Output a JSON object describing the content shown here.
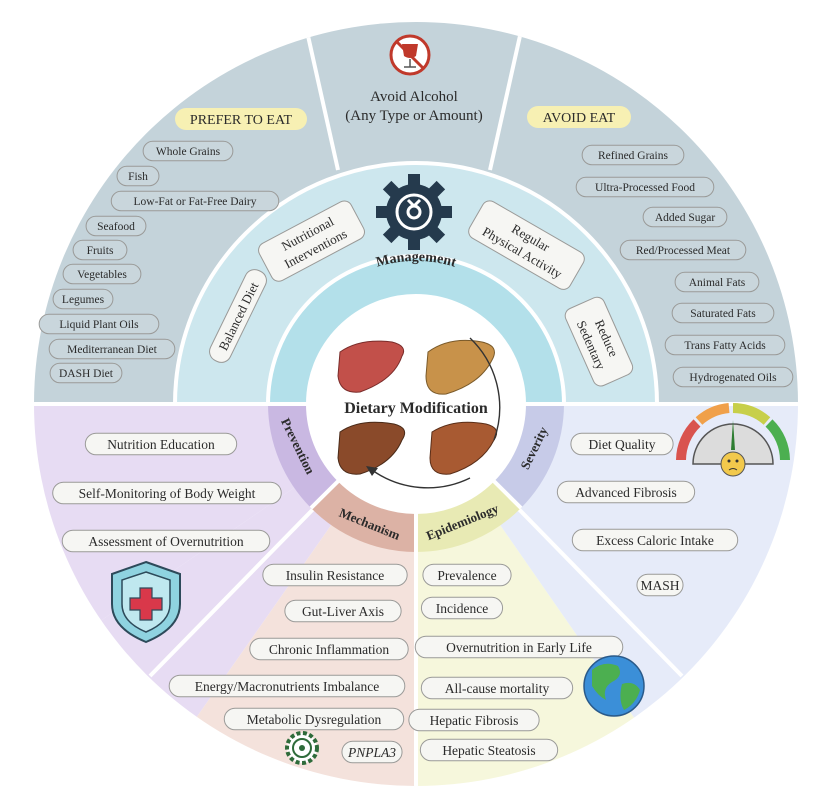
{
  "management": {
    "title": "Management",
    "alcohol_line1": "Avoid Alcohol",
    "alcohol_line2": "(Any Type or Amount)",
    "prefer_title": "PREFER TO EAT",
    "prefer_items": [
      "Whole Grains",
      "Fish",
      "Low-Fat or Fat-Free Dairy",
      "Seafood",
      "Fruits",
      "Vegetables",
      "Legumes",
      "Liquid Plant Oils",
      "Mediterranean Diet",
      "DASH Diet"
    ],
    "avoid_title": "AVOID EAT",
    "avoid_items": [
      "Refined Grains",
      "Ultra-Processed Food",
      "Added Sugar",
      "Red/Processed Meat",
      "Animal Fats",
      "Saturated Fats",
      "Trans Fatty Acids",
      "Hydrogenated Oils"
    ],
    "balanced_diet": "Balanced Diet",
    "nutritional_1": "Nutritional",
    "nutritional_2": "Interventions",
    "regular_1": "Regular",
    "regular_2": "Physical Activity",
    "reduce_1": "Reduce",
    "reduce_2": "Sedentary"
  },
  "center": {
    "title": "Dietary Modification"
  },
  "prevention": {
    "title": "Prevention",
    "items": [
      "Nutrition Education",
      "Self-Monitoring of Body Weight",
      "Assessment of Overnutrition"
    ]
  },
  "severity": {
    "title": "Severity",
    "items": [
      "Diet Quality",
      "Advanced Fibrosis",
      "Excess Caloric Intake",
      "MASH"
    ]
  },
  "mechanism": {
    "title": "Mechanism",
    "items": [
      "Insulin Resistance",
      "Gut-Liver Axis",
      "Chronic Inflammation",
      "Energy/Macronutrients Imbalance",
      "Metabolic Dysregulation",
      "PNPLA3"
    ]
  },
  "epidemiology": {
    "title": "Epidemiology",
    "items": [
      "Prevalence",
      "Incidence",
      "Overnutrition in Early Life",
      "All-cause mortality",
      "Hepatic Fibrosis",
      "Hepatic Steatosis"
    ]
  },
  "colors": {
    "management_outer": "#c4d3da",
    "management_inner": "#cde7ee",
    "management_ring": "#b3e0ea",
    "prevention": "#e7dcf3",
    "severity": "#e6ebf9",
    "mechanism": "#f4e2dc",
    "epidemiology": "#f6f7dc",
    "gear": "#253a4d"
  },
  "icons": [
    "no-alcohol-icon",
    "gear-icon",
    "liver-icon",
    "gauge-icon",
    "shield-cross-icon",
    "globe-icon",
    "dna-gear-icon"
  ]
}
